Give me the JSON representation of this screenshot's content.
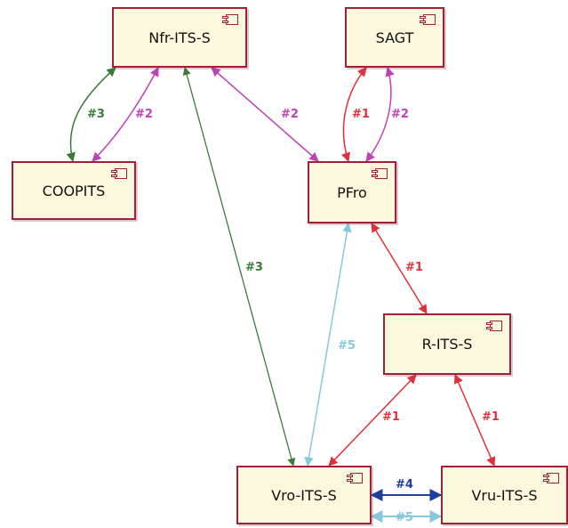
{
  "nodes": {
    "nfr": "Nfr-ITS-S",
    "sagt": "SAGT",
    "coopits": "COOPITS",
    "pfro": "PFro",
    "rits": "R-ITS-S",
    "vro": "Vro-ITS-S",
    "vru": "Vru-ITS-S"
  },
  "links": {
    "nfr_coopits_3": "#3",
    "nfr_coopits_2": "#2",
    "nfr_pfro_2": "#2",
    "sagt_pfro_1": "#1",
    "sagt_pfro_2": "#2",
    "nfr_vro_3": "#3",
    "pfro_rits_1": "#1",
    "pfro_vro_5": "#5",
    "rits_vro_1": "#1",
    "rits_vru_1": "#1",
    "vro_vru_4": "#4",
    "vro_vru_5": "#5"
  },
  "colors": {
    "link_1": "#e0303a",
    "link_2": "#c040b8",
    "link_3": "#3a7a3a",
    "link_4": "#1f3fa0",
    "link_5": "#86c8dc",
    "node_fill": "#fbf8dd",
    "node_border": "#a01f3a"
  },
  "icons": {
    "node_icon": "uml-component-icon"
  }
}
